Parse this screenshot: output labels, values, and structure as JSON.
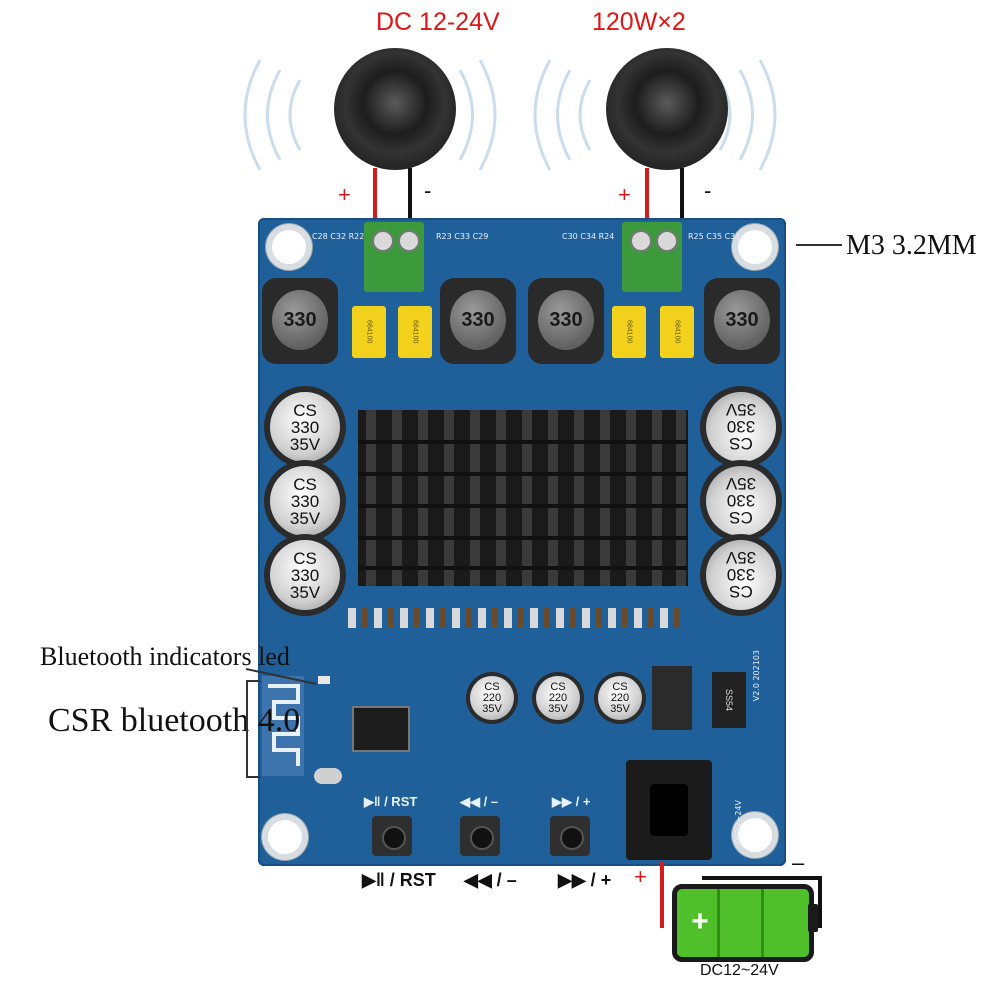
{
  "header": {
    "voltage_title": "DC 12-24V",
    "power_title": "120W×2"
  },
  "callouts": {
    "mount_hole": "M3 3.2MM",
    "bt_led": "Bluetooth indicators led",
    "bt_module": "CSR bluetooth 4.0"
  },
  "speaker_terminals": {
    "left_plus": "+",
    "left_minus": "-",
    "right_plus": "+",
    "right_minus": "-"
  },
  "board": {
    "inductor_label": "330",
    "film_cap_label": "684100",
    "big_cap": {
      "brand": "CS",
      "value": "330",
      "voltage": "35V"
    },
    "small_cap": {
      "brand": "CS",
      "value": "220",
      "voltage": "35V"
    },
    "dc_jack_label": "DC12~24V",
    "version": "V2.0 202103",
    "silk_top_left": "C28 C32 R22",
    "silk_top_mid": "R23 C33 C29",
    "silk_top_mid2": "C30 C34 R24",
    "silk_top_right": "R25 C35 C31"
  },
  "buttons": [
    {
      "board_label": "▶‖ / RST",
      "under_label": "▶‖ / RST"
    },
    {
      "board_label": "◀◀ / –",
      "under_label": "◀◀ / –"
    },
    {
      "board_label": "▶▶ / +",
      "under_label": "▶▶ / +"
    }
  ],
  "battery": {
    "label": "DC12~24V",
    "plus": "+",
    "minus": "–",
    "accent": "#4fbf2a"
  },
  "colors": {
    "board": "#1f5f9a",
    "title_red": "#e01515",
    "wire_red": "#d41a1a"
  }
}
